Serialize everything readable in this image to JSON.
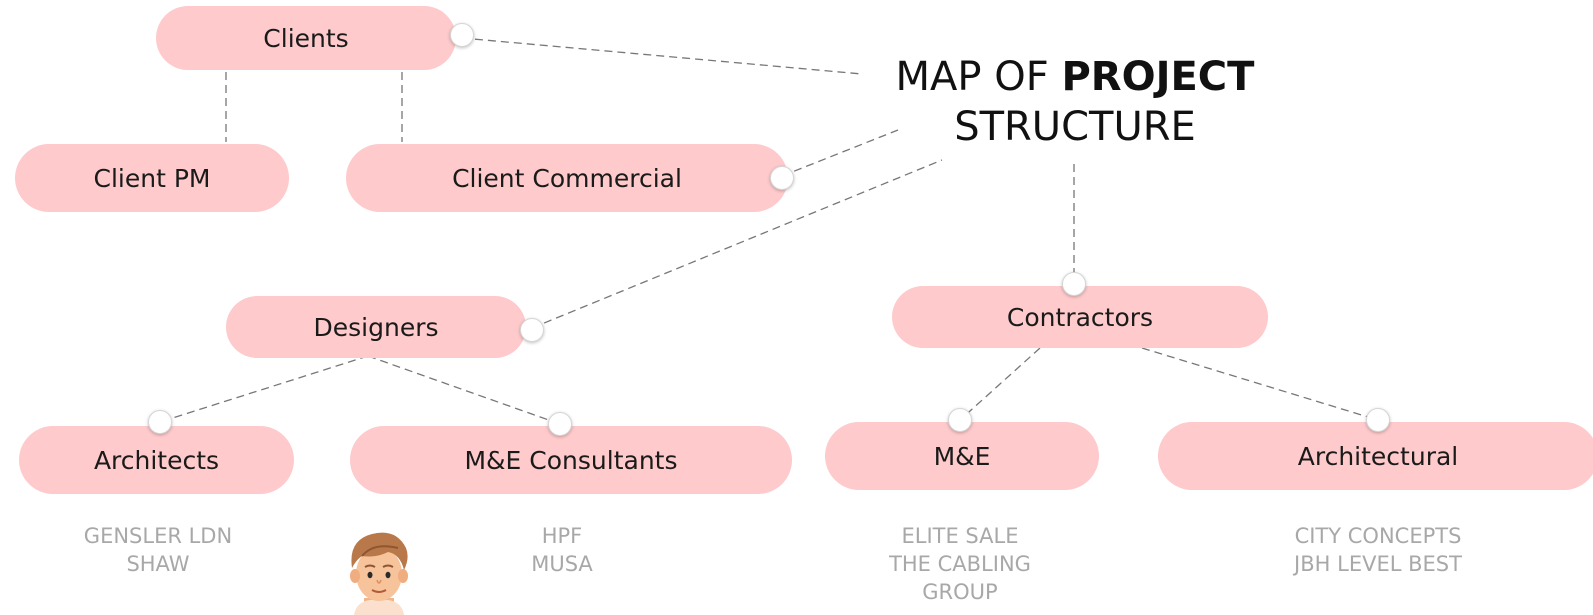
{
  "title": {
    "line1_regular": "MAP OF ",
    "line1_bold": "PROJECT",
    "line2": "STRUCTURE"
  },
  "nodes": {
    "clients": "Clients",
    "client_pm": "Client PM",
    "client_commercial": "Client Commercial",
    "designers": "Designers",
    "contractors": "Contractors",
    "architects": "Architects",
    "me_consultants": "M&E Consultants",
    "me": "M&E",
    "architectural": "Architectural"
  },
  "companies": {
    "architects": "GENSLER LDN\nSHAW",
    "me_consultants": "HPF\nMUSA",
    "me": "ELITE SALE\nTHE CABLING\nGROUP",
    "architectural": "CITY CONCEPTS\nJBH LEVEL BEST"
  },
  "colors": {
    "node_fill": "#fecacb",
    "connector": "#777777",
    "company_text": "#a8a8a8"
  },
  "icons": {
    "avatar": "cartoon-man-avatar"
  }
}
